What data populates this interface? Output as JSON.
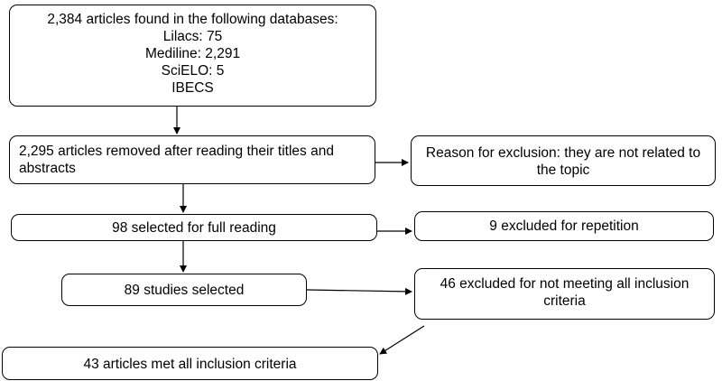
{
  "boxes": {
    "databases": {
      "line1": "2,384 articles found in the following databases:",
      "line2": "Lilacs: 75",
      "line3": "Mediline: 2,291",
      "line4": "SciELO: 5",
      "line5": "IBECS"
    },
    "removed": {
      "line1": "2,295 articles removed after reading their titles and",
      "line2": "abstracts"
    },
    "reason": {
      "line1": "Reason for exclusion: they are not related to",
      "line2": "the topic"
    },
    "full_reading": {
      "text": "98 selected for full reading"
    },
    "repetition": {
      "text": "9 excluded for repetition"
    },
    "studies": {
      "text": "89 studies selected"
    },
    "not_meeting": {
      "line1": "46 excluded for not meeting all inclusion",
      "line2": "criteria"
    },
    "met": {
      "text": "43 articles met all inclusion criteria"
    }
  }
}
